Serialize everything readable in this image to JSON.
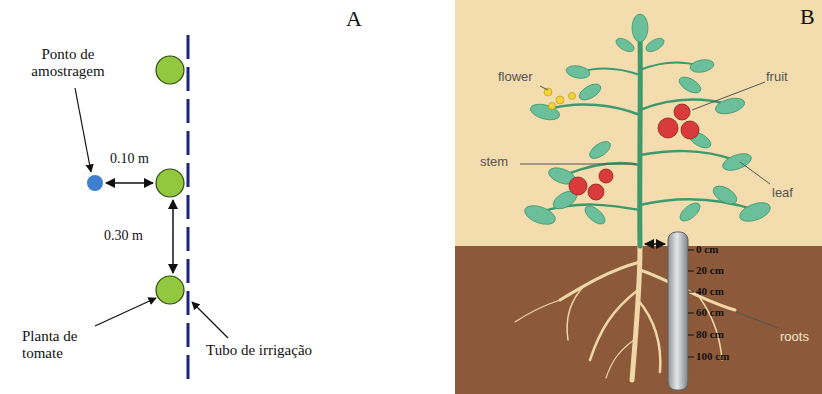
{
  "diagram": {
    "labels": [
      "A",
      "Ponto de amostragem",
      "0.10 m",
      "0.30 m",
      "Planta de tomate",
      "Tubo de irrigação",
      "B",
      "flower",
      "fruit",
      "stem",
      "leaf",
      "0 cm",
      "20 cm",
      "40 cm",
      "60 cm",
      "80 cm",
      "100 cm",
      "roots"
    ]
  }
}
